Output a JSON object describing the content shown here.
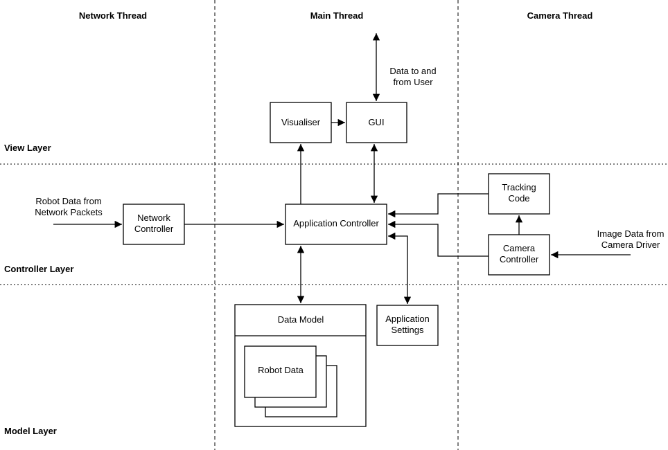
{
  "threads": {
    "network": "Network Thread",
    "main": "Main Thread",
    "camera": "Camera Thread"
  },
  "layers": {
    "view": "View Layer",
    "controller": "Controller Layer",
    "model": "Model Layer"
  },
  "boxes": {
    "visualiser": "Visualiser",
    "gui": "GUI",
    "network_controller": [
      "Network",
      "Controller"
    ],
    "application_controller": "Application Controller",
    "tracking_code": [
      "Tracking",
      "Code"
    ],
    "camera_controller": [
      "Camera",
      "Controller"
    ],
    "data_model": "Data Model",
    "robot_data": "Robot Data",
    "application_settings": [
      "Application",
      "Settings"
    ]
  },
  "annotations": {
    "user_data": [
      "Data to and",
      "from User"
    ],
    "robot_packets": [
      "Robot Data from",
      "Network Packets"
    ],
    "camera_driver": [
      "Image Data from",
      "Camera Driver"
    ]
  }
}
